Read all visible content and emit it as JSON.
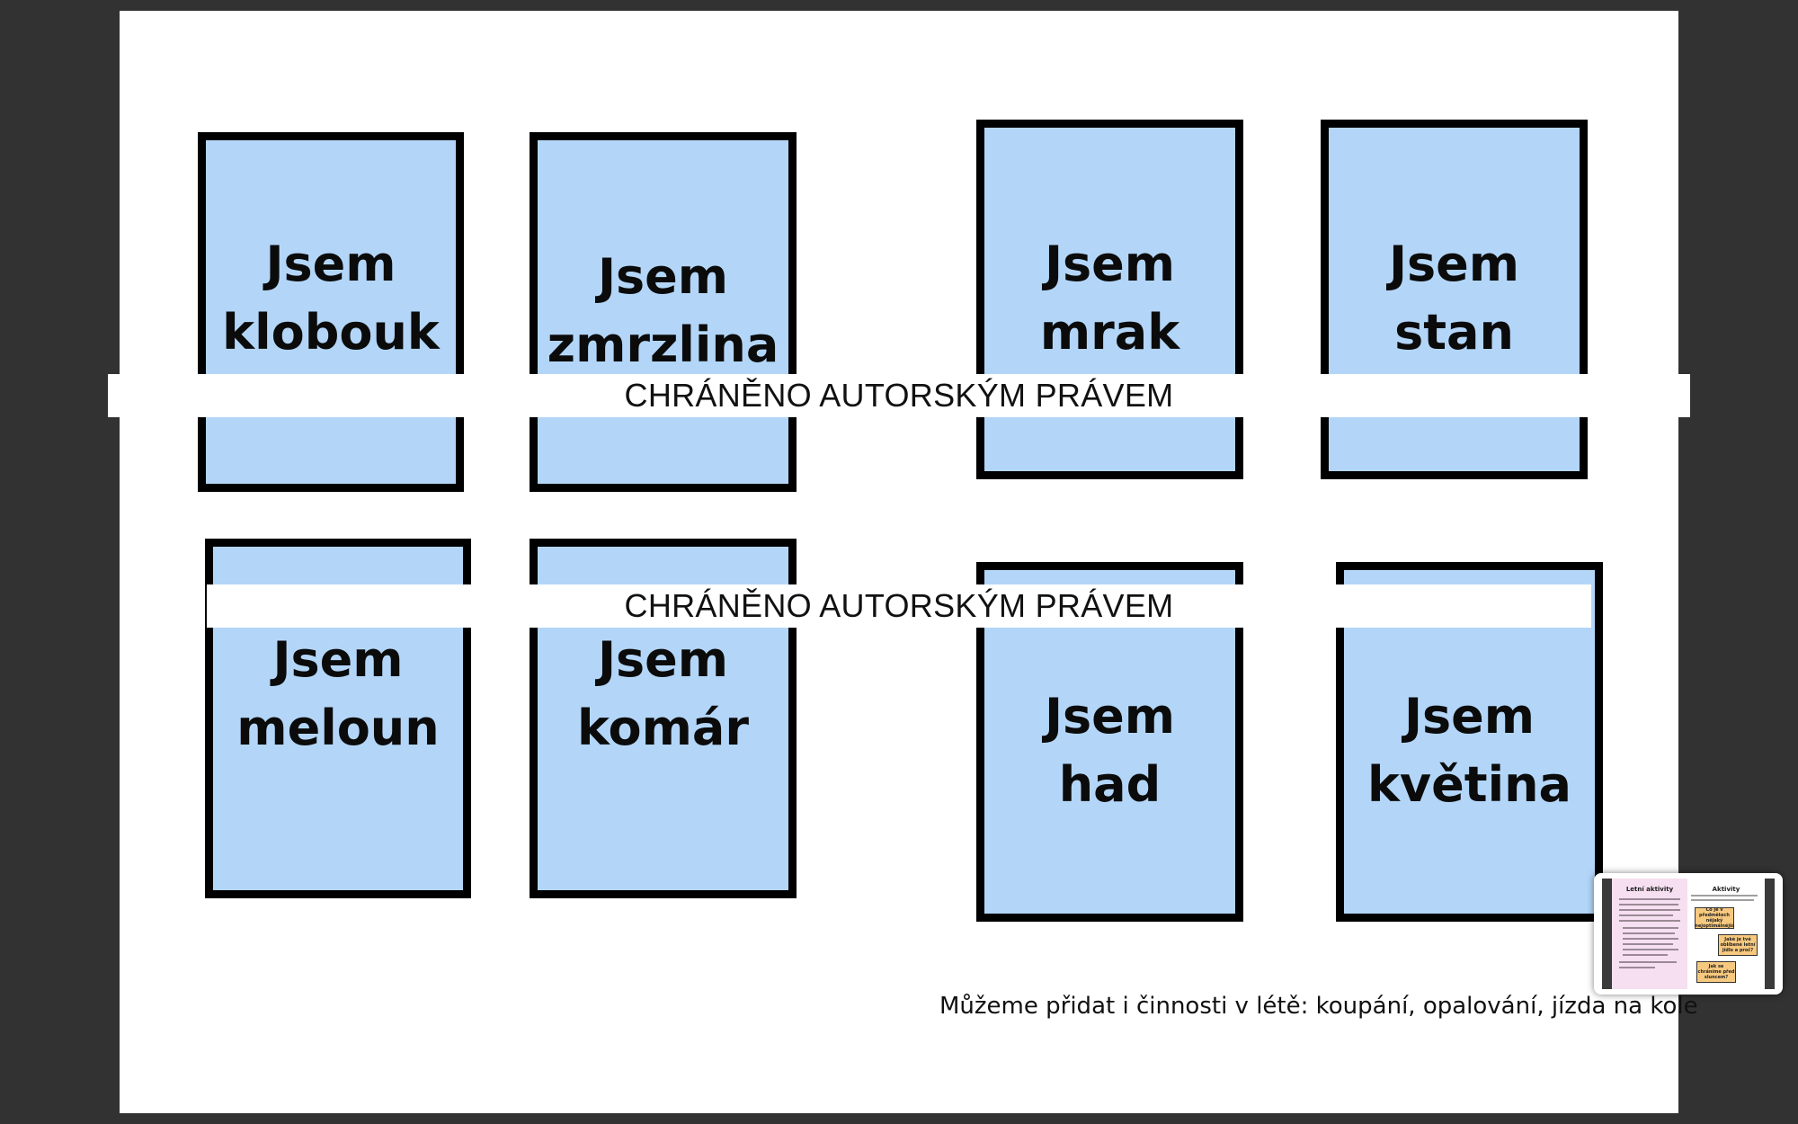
{
  "cards": [
    {
      "line1": "Jsem",
      "line2": "klobouk"
    },
    {
      "line1": "Jsem",
      "line2": "zmrzlina"
    },
    {
      "line1": "Jsem",
      "line2": "mrak"
    },
    {
      "line1": "Jsem",
      "line2": "stan"
    },
    {
      "line1": "Jsem",
      "line2": "meloun"
    },
    {
      "line1": "Jsem",
      "line2": "komár"
    },
    {
      "line1": "Jsem",
      "line2": "had"
    },
    {
      "line1": "Jsem",
      "line2": "květina"
    }
  ],
  "watermarks": [
    "CHRÁNĚNO AUTORSKÝM PRÁVEM",
    "CHRÁNĚNO AUTORSKÝM PRÁVEM"
  ],
  "note": "Můžeme přidat i činnosti v létě: koupání, opalování, jízda na kole",
  "thumbnail": {
    "left_title": "Letní aktivity",
    "right_title": "Aktivity",
    "box1": "Co je v předmětech nějaký nejoptimálnější",
    "box2": "Jaké je tvé oblíbené letní jídlo a proč?",
    "box3": "Jak se chráníme před sluncem?"
  },
  "colors": {
    "card_fill": "#b3d6f8",
    "card_border": "#000000",
    "background": "#323232"
  }
}
